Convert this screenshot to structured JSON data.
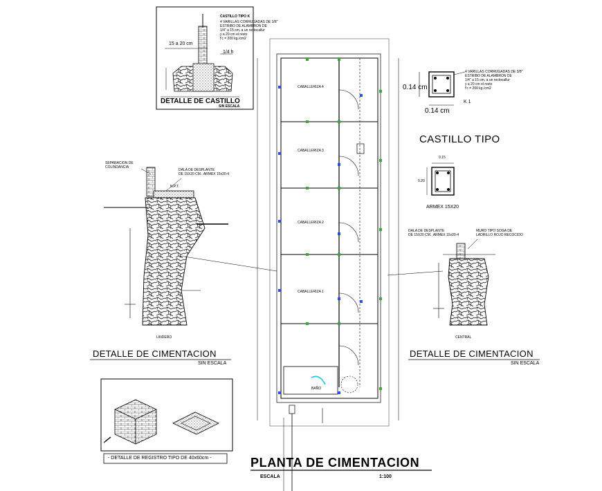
{
  "castillo_detail": {
    "heading": "CASTILLO TIPO K",
    "spec_line1": "4 VARILLAS CORRUGADAS DE 3/8\"",
    "spec_line2": "ESTRIBO DE ALAMBRON DE",
    "spec_line3": "1/4\" a 15 cm, a un rectocallur",
    "spec_line4": "y a 20 cm el resto",
    "spec_line5": "f'c = 200 kg./cm2",
    "dim_width": "15 a 20 cm",
    "dim_height": "1/4 h",
    "caption": "DETALLE DE CASTILLO",
    "scale": "SIN ESCALA"
  },
  "k1": {
    "dim_vertical": "0.14 cm",
    "dim_horizontal": "0.14 cm",
    "label": "K 1",
    "spec_line1": "4 VARILLAS CORRUGADAS DE 3/8\"",
    "spec_line2": "ESTRIBO DE ALAMBRON DE",
    "spec_line3": "1/4\" a 15 cm, a un rectocallur",
    "spec_line4": "y a 20 cm el resto",
    "spec_line5": "f'c = 200 kg./cm2"
  },
  "castillo_tipo": "CASTILLO TIPO",
  "armex": {
    "dim_top": "0.15",
    "dim_side": "0.20",
    "label": "ARMEX 15X20"
  },
  "left_foundation": {
    "note_separation1": "SEPARACION DE",
    "note_separation2": "COLINDANCIA",
    "note_dala1": "DALA DE DESPLANTE",
    "note_dala2": "DE 15X20 CM., ARMEX 15x20-4",
    "note_npt": "N.P.T.",
    "label_bottom": "LINDERO",
    "caption": "DETALLE DE CIMENTACION",
    "scale": "SIN ESCALA"
  },
  "right_foundation": {
    "note_dala1": "DALA DE DESPLANTE",
    "note_dala2": "DE 15X20 CM., ARMEX 15x20-4",
    "note_muro1": "MURO TIPO SOGA DE",
    "note_muro2": "LADRILLO ROJO RECOCIDO",
    "label_bottom": "CENTRAL",
    "caption": "DETALLE DE CIMENTACION",
    "scale": "SIN ESCALA"
  },
  "plan": {
    "rooms": [
      "CABALLERIZA 4",
      "CABALLERIZA 3",
      "CABALLERIZA 2",
      "CABALLERIZA 1",
      "BAÑO"
    ],
    "title": "PLANTA DE CIMENTACION",
    "scale_label": "ESCALA",
    "scale_value": "1:100"
  },
  "registro": {
    "caption": "- DETALLE DE REGISTRO TIPO DE 40x60cm -"
  },
  "colors": {
    "ink": "#000000",
    "accent_green": "#3aa83a",
    "accent_blue": "#2b4fd6",
    "accent_cyan": "#2fc4d8",
    "hatch_gray": "#555555"
  }
}
